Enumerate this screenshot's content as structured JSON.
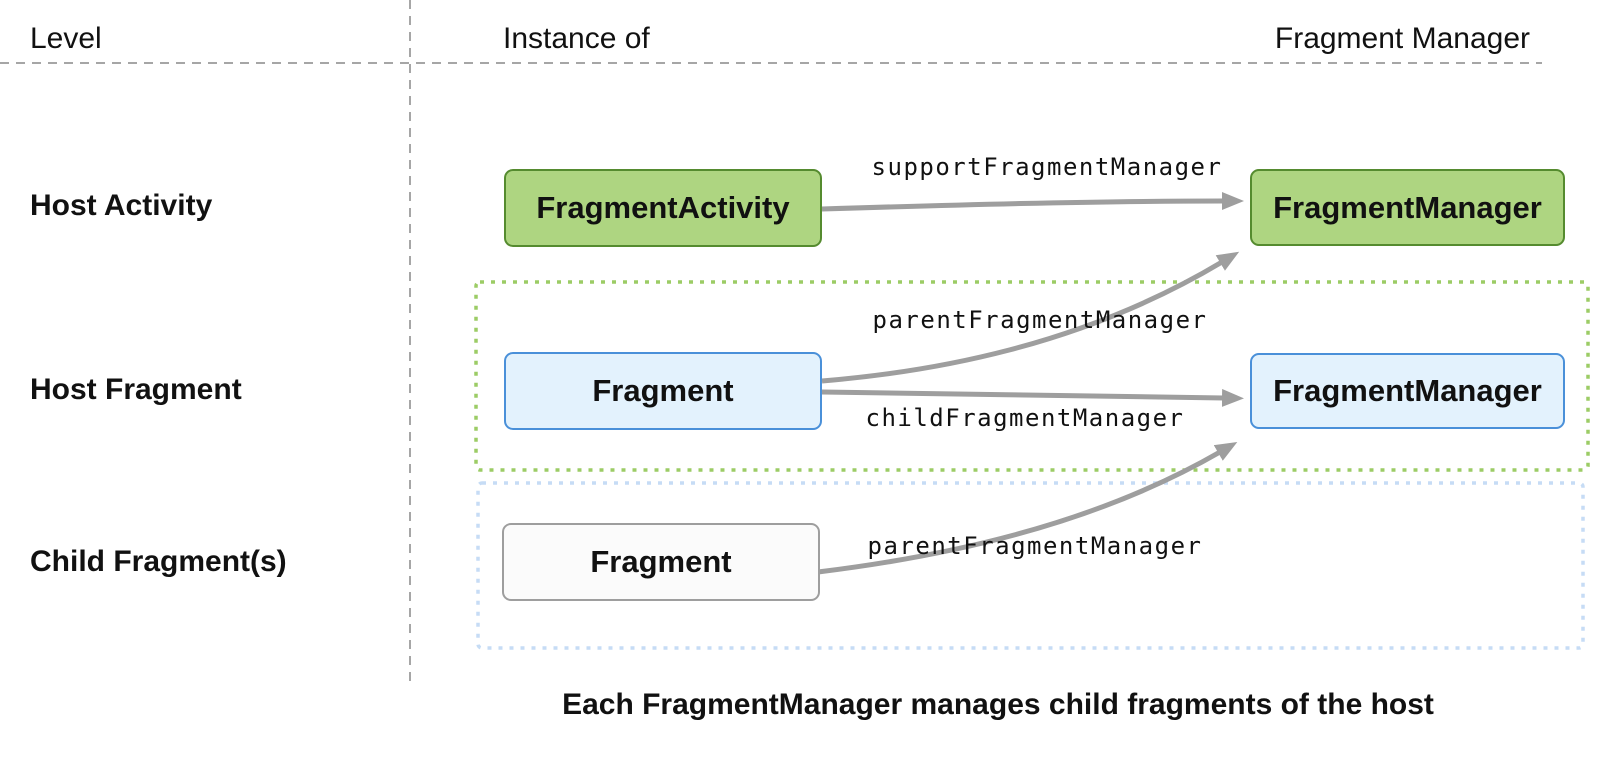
{
  "header": {
    "level": "Level",
    "instance_of": "Instance of",
    "fragment_manager": "Fragment Manager"
  },
  "rows": [
    {
      "label": "Host Activity"
    },
    {
      "label": "Host Fragment"
    },
    {
      "label": "Child Fragment(s)"
    }
  ],
  "boxes": {
    "fragment_activity": "FragmentActivity",
    "fm_activity": "FragmentManager",
    "fragment_host": "Fragment",
    "fm_host": "FragmentManager",
    "fragment_child": "Fragment"
  },
  "arrow_labels": {
    "support": "supportFragmentManager",
    "parent_mid": "parentFragmentManager",
    "child": "childFragmentManager",
    "parent_bottom": "parentFragmentManager"
  },
  "caption": "Each FragmentManager manages child fragments of the host",
  "colors": {
    "text": "#111111",
    "green_fill": "#aed581",
    "green_border": "#558b2f",
    "blue_fill": "#e3f2fd",
    "blue_border": "#4a90d9",
    "neutral_fill": "#fbfbfb",
    "neutral_border": "#9e9e9e",
    "green_dotted": "#9ccc65",
    "blue_dotted": "#c6dcf5",
    "arrow": "#9e9e9e",
    "grid": "#a6a6a6"
  }
}
